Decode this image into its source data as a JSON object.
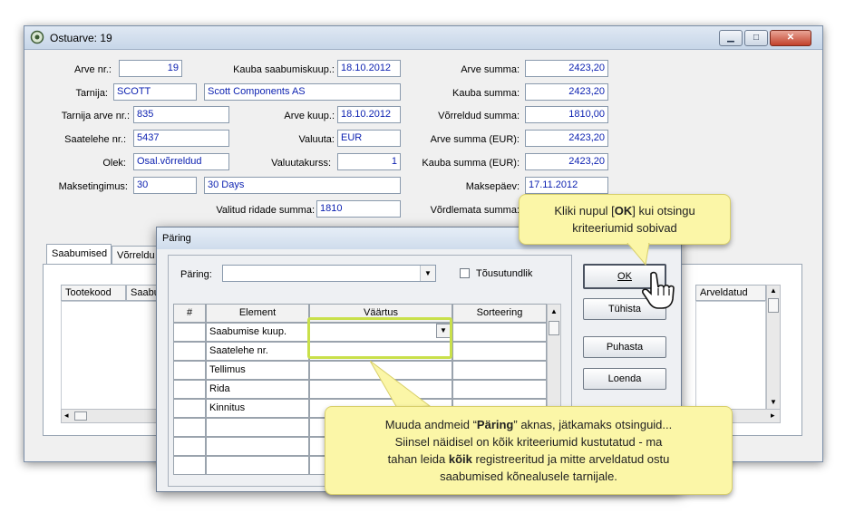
{
  "window": {
    "title": "Ostuarve: 19",
    "buttons": {
      "minimize": "▁",
      "maximize": "□",
      "close": "✕"
    }
  },
  "form": {
    "arve_nr": {
      "label": "Arve nr.:",
      "value": "19"
    },
    "kauba_saabumiskuup": {
      "label": "Kauba saabumiskuup.:",
      "value": "18.10.2012"
    },
    "arve_summa": {
      "label": "Arve summa:",
      "value": "2423,20"
    },
    "tarnija": {
      "label": "Tarnija:",
      "code": "SCOTT",
      "name": "Scott Components AS"
    },
    "kauba_summa": {
      "label": "Kauba summa:",
      "value": "2423,20"
    },
    "tarnija_arve_nr": {
      "label": "Tarnija arve nr.:",
      "value": "835"
    },
    "arve_kuup": {
      "label": "Arve kuup.:",
      "value": "18.10.2012"
    },
    "vorreldud_summa": {
      "label": "Võrreldud summa:",
      "value": "1810,00"
    },
    "saatelehe_nr": {
      "label": "Saatelehe nr.:",
      "value": "5437"
    },
    "valuuta": {
      "label": "Valuuta:",
      "value": "EUR"
    },
    "arve_summa_eur": {
      "label": "Arve summa (EUR):",
      "value": "2423,20"
    },
    "olek": {
      "label": "Olek:",
      "value": "Osal.võrreldud"
    },
    "valuutakurss": {
      "label": "Valuutakurss:",
      "value": "1"
    },
    "kauba_summa_eur": {
      "label": "Kauba summa (EUR):",
      "value": "2423,20"
    },
    "maksetingimus": {
      "label": "Maksetingimus:",
      "code": "30",
      "name": "30 Days"
    },
    "maksepaev": {
      "label": "Maksepäev:",
      "value": "17.11.2012"
    },
    "valitud_ridade_summa": {
      "label": "Valitud ridade summa:",
      "value": "1810"
    },
    "vordlemata_summa": {
      "label": "Võrdlemata summa:"
    }
  },
  "tabs": [
    "Saabumised",
    "Võrreldu"
  ],
  "grid": {
    "headers": [
      "Tootekood",
      "Saabu"
    ],
    "right_header": "Arveldatud"
  },
  "dialog": {
    "title": "Päring",
    "paring_label": "Päring:",
    "paring_value": "",
    "checkbox_label": "Tõusutundlik",
    "columns": [
      "#",
      "Element",
      "Väärtus",
      "Sorteering"
    ],
    "rows": [
      {
        "element": "Saabumise kuup."
      },
      {
        "element": "Saatelehe nr."
      },
      {
        "element": "Tellimus"
      },
      {
        "element": "Rida"
      },
      {
        "element": "Kinnitus"
      },
      {
        "element": ""
      },
      {
        "element": ""
      },
      {
        "element": ""
      }
    ],
    "buttons": {
      "ok": "OK",
      "tuhista": "Tühista",
      "puhasta": "Puhasta",
      "loenda": "Loenda"
    }
  },
  "callouts": {
    "top": {
      "line1_pre": "Kliki nupul [",
      "line1_bold": "OK",
      "line1_post": "] kui otsingu",
      "line2": "kriteeriumid sobivad"
    },
    "bottom": {
      "l1_pre": "Muuda andmeid “",
      "l1_bold": "Päring",
      "l1_post": "” aknas, jätkamaks otsinguid...",
      "l2": "Siinsel näidisel on kõik kriteeriumid kustutatud -  ma",
      "l3_pre": "tahan leida ",
      "l3_bold": "kõik",
      "l3_post": " registreeritud ja mitte arveldatud ostu",
      "l4": "saabumised kõnealusele tarnijale."
    }
  },
  "colors": {
    "callout": "#fbf6a7",
    "highlight": "#c9e04a",
    "field_text": "#0a1fb0"
  }
}
